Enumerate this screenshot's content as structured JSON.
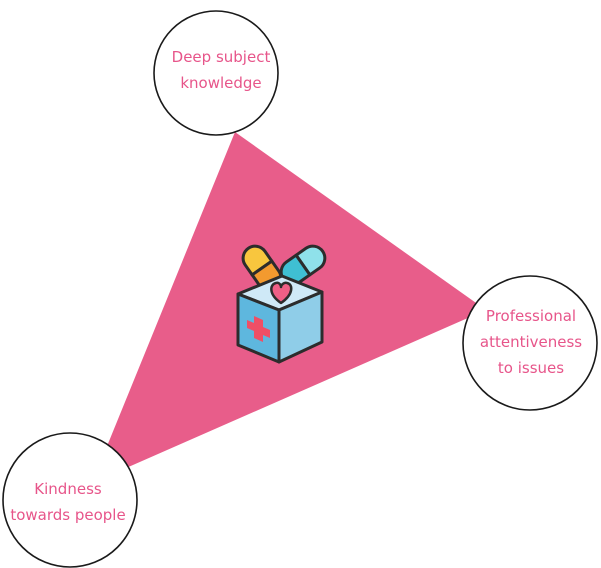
{
  "diagram": {
    "nodes": {
      "top": {
        "label": "Deep subject\nknowledge"
      },
      "right": {
        "label": "Professional\nattentiveness\nto issues"
      },
      "left": {
        "label": "Kindness\ntowards people"
      }
    },
    "center_icon": "medicine-box-icon"
  },
  "colors": {
    "triangle": "#e85d8a",
    "label_text": "#e7558a",
    "circle_stroke": "#1a1a1a",
    "box_light": "#cfe9f7",
    "box_mid": "#8fcde8",
    "box_dark": "#5eb7de",
    "cross": "#ef4f66",
    "heart": "#ef5f86",
    "capsule_yellow": "#f8c63e",
    "capsule_orange": "#f39a2f",
    "capsule_teal": "#3fbfd3",
    "capsule_light": "#8fe1ea",
    "outline": "#2c2c2c"
  }
}
